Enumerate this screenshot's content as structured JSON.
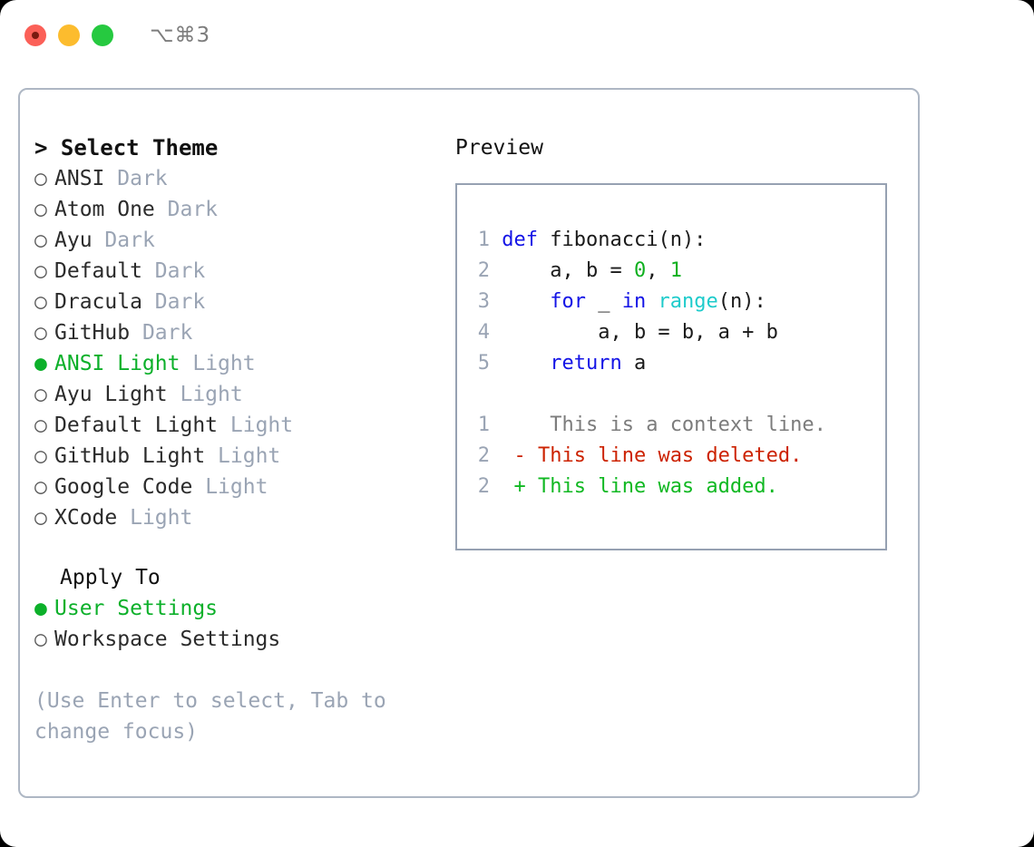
{
  "titlebar": {
    "shortcut": "⌥⌘3",
    "buttons": [
      {
        "name": "close",
        "color": "#FB6058"
      },
      {
        "name": "minimize",
        "color": "#FCBC2E"
      },
      {
        "name": "maximize",
        "color": "#26C940"
      }
    ]
  },
  "colors": {
    "accent_green": "#0CB02A",
    "muted": "#9aa4b4",
    "border": "#aeb7c4",
    "keyword_blue": "#1414E6",
    "function_cyan": "#1ECBCB",
    "number_green": "#10B020",
    "diff_del_red": "#CC2200",
    "diff_add_green": "#10B822"
  },
  "theme_picker": {
    "heading": "> Select Theme",
    "bullet_selected": "●",
    "bullet_unselected": "○",
    "items": [
      {
        "bullet": "○",
        "name": "ANSI",
        "kind": "Dark",
        "selected": false
      },
      {
        "bullet": "○",
        "name": "Atom One",
        "kind": "Dark",
        "selected": false
      },
      {
        "bullet": "○",
        "name": "Ayu",
        "kind": "Dark",
        "selected": false
      },
      {
        "bullet": "○",
        "name": "Default",
        "kind": "Dark",
        "selected": false
      },
      {
        "bullet": "○",
        "name": "Dracula",
        "kind": "Dark",
        "selected": false
      },
      {
        "bullet": "○",
        "name": "GitHub",
        "kind": "Dark",
        "selected": false
      },
      {
        "bullet": "●",
        "name": "ANSI Light",
        "kind": "Light",
        "selected": true
      },
      {
        "bullet": "○",
        "name": "Ayu Light",
        "kind": "Light",
        "selected": false
      },
      {
        "bullet": "○",
        "name": "Default Light",
        "kind": "Light",
        "selected": false
      },
      {
        "bullet": "○",
        "name": "GitHub Light",
        "kind": "Light",
        "selected": false
      },
      {
        "bullet": "○",
        "name": "Google Code",
        "kind": "Light",
        "selected": false
      },
      {
        "bullet": "○",
        "name": "XCode",
        "kind": "Light",
        "selected": false
      }
    ]
  },
  "apply_to": {
    "heading": "Apply To",
    "items": [
      {
        "bullet": "●",
        "name": "User Settings",
        "selected": true
      },
      {
        "bullet": "○",
        "name": "Workspace Settings",
        "selected": false
      }
    ]
  },
  "hint": "(Use Enter to select, Tab to change focus)",
  "preview": {
    "title": "Preview",
    "code_lines": [
      {
        "num": "1",
        "tokens": [
          {
            "t": " ",
            "c": "txt"
          },
          {
            "t": "def",
            "c": "kw"
          },
          {
            "t": " fibonacci(n):",
            "c": "txt"
          }
        ]
      },
      {
        "num": "2",
        "tokens": [
          {
            "t": "     a, b = ",
            "c": "txt"
          },
          {
            "t": "0",
            "c": "num"
          },
          {
            "t": ", ",
            "c": "txt"
          },
          {
            "t": "1",
            "c": "num"
          }
        ]
      },
      {
        "num": "3",
        "tokens": [
          {
            "t": "     ",
            "c": "txt"
          },
          {
            "t": "for",
            "c": "kw"
          },
          {
            "t": " _ ",
            "c": "txt"
          },
          {
            "t": "in",
            "c": "kw"
          },
          {
            "t": " ",
            "c": "txt"
          },
          {
            "t": "range",
            "c": "fn"
          },
          {
            "t": "(n):",
            "c": "txt"
          }
        ]
      },
      {
        "num": "4",
        "tokens": [
          {
            "t": "         a, b = b, a + b",
            "c": "txt"
          }
        ]
      },
      {
        "num": "5",
        "tokens": [
          {
            "t": "     ",
            "c": "txt"
          },
          {
            "t": "return",
            "c": "kw"
          },
          {
            "t": " a",
            "c": "txt"
          }
        ]
      }
    ],
    "diff_lines": [
      {
        "num": "1",
        "marker": " ",
        "text": "  This is a context line.",
        "kind": "ctx"
      },
      {
        "num": "2",
        "marker": "-",
        "text": " This line was deleted.",
        "kind": "del"
      },
      {
        "num": "2",
        "marker": "+",
        "text": " This line was added.",
        "kind": "add"
      }
    ]
  }
}
